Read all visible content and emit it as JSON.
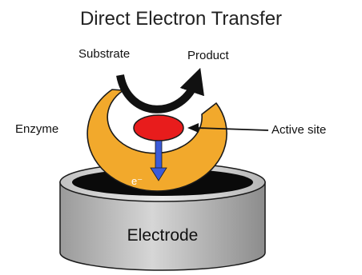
{
  "diagram": {
    "title": "Direct Electron Transfer",
    "labels": {
      "substrate": "Substrate",
      "product": "Product",
      "enzyme": "Enzyme",
      "active_site": "Active site",
      "electron": "e⁻",
      "electrode": "Electrode"
    },
    "colors": {
      "enzyme": "#F2A92C",
      "active_site": "#E81C1C",
      "electron_arrow": "#3B5BD9",
      "electrode_body": "#B8B8B8",
      "electrode_top": "#0A0A0A",
      "outline": "#1A1A1A"
    }
  }
}
